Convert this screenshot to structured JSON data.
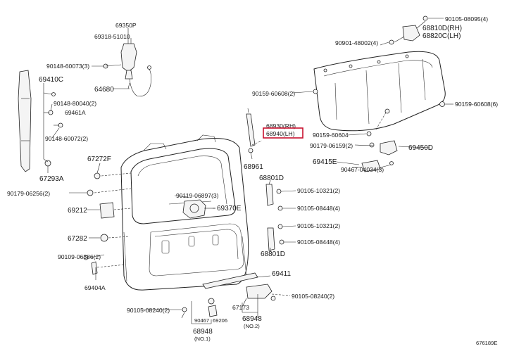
{
  "callouts": {
    "p69350P": "69350P",
    "p69318": "69318-51010",
    "p90148_60073": "90148-60073(3)",
    "p69410C": "69410C",
    "p90148_80040": "90148-80040(2)",
    "p69461A": "69461A",
    "p90148_60072": "90148-60072(2)",
    "p67293A": "67293A",
    "p67272F": "67272F",
    "p90179_06256": "90179-06256(2)",
    "p69212": "69212",
    "p67282": "67282",
    "p90109_06386": "90109-06386(2)",
    "p69404A": "69404A",
    "p90105_08240_left": "90105-08240(2)",
    "p90467": "90467",
    "p69206": "69206",
    "p68948_left": "68948",
    "p68948_left_no": "(NO.1)",
    "p67173": "67173",
    "p68948_mid": "68948",
    "p68948_mid_no": "(NO.2)",
    "p69411": "69411",
    "p90105_08240_right": "90105-08240(2)",
    "p68801D_bottom": "68801D",
    "p90105_08448_bottom": "90105-08448(4)",
    "p90105_10321_bottom": "90105-10321(2)",
    "p68801D_top": "68801D",
    "p90105_10321_top": "90105-10321(2)",
    "p90105_08448_top": "90105-08448(4)",
    "p90119_06897": "90119-06897(3)",
    "p69370E": "69370E",
    "p68961": "68961",
    "p68930": "68930(RH)",
    "p68940": "68940(LH)",
    "p90159_60604": "90159-60604",
    "p90179_06159": "90179-06159(2)",
    "p69450D": "69450D",
    "p69415E": "69415E",
    "p90467_04034": "90467-04034(3)",
    "p90159_60608_left": "90159-60608(2)",
    "p90159_60608_right": "90159-60608(6)",
    "p90901_48002": "90901-48002(4)",
    "p90105_08095": "90105-08095(4)",
    "p68810D": "68810D(RH)",
    "p68820C": "68820C(LH)",
    "p64680": "64680",
    "diagram_id": "676189E"
  },
  "highlight_color": "#c8102e"
}
